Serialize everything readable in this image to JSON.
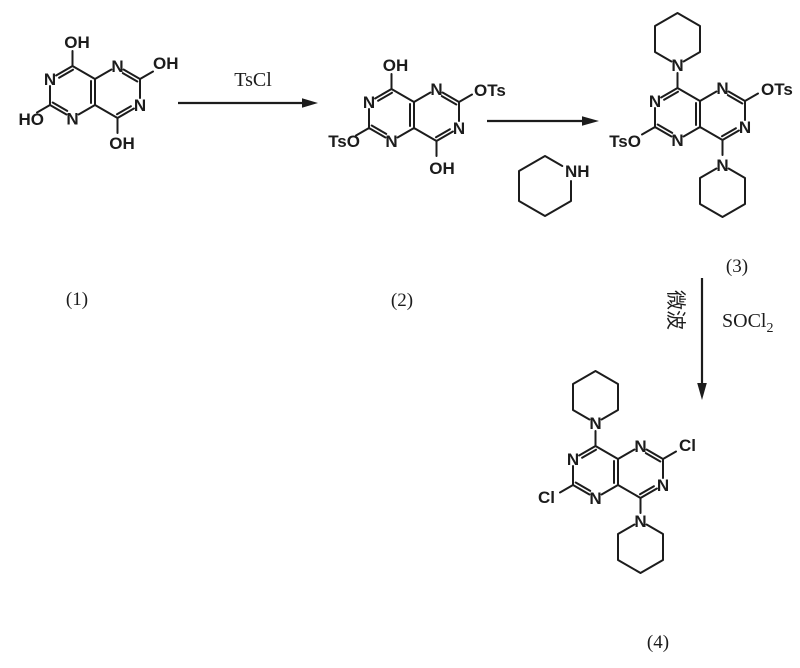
{
  "background_color": "#ffffff",
  "line_color": "#1c1c1c",
  "compounds": {
    "compound_1": {
      "number": "(1)",
      "substituent_top": "OH",
      "substituent_left": "HO",
      "substituent_right": "OH",
      "substituent_bottom": "OH",
      "n_upper_left": "N",
      "n_lower_left": "N",
      "n_upper_right": "N",
      "n_lower_right": "N"
    },
    "compound_2": {
      "number": "(2)",
      "substituent_top": "OH",
      "substituent_left": "TsO",
      "substituent_right": "OTs",
      "substituent_bottom": "OH",
      "n_upper_left": "N",
      "n_lower_left": "N",
      "n_upper_right": "N",
      "n_lower_right": "N"
    },
    "compound_3": {
      "number": "(3)",
      "substituent_left": "TsO",
      "substituent_right": "OTs",
      "piperidine_top_n": "N",
      "piperidine_bottom_n": "N",
      "n_upper_left": "N",
      "n_lower_left": "N",
      "n_upper_right": "N",
      "n_lower_right": "N"
    },
    "compound_4": {
      "number": "(4)",
      "substituent_left": "Cl",
      "substituent_right": "Cl",
      "piperidine_top_n": "N",
      "piperidine_bottom_n": "N",
      "n_upper_left": "N",
      "n_lower_left": "N",
      "n_upper_right": "N",
      "n_lower_right": "N"
    }
  },
  "steps": {
    "step_1": {
      "reagent": "TsCl"
    },
    "step_2": {
      "piperidine_nh": "NH"
    },
    "step_3": {
      "condition_chinese": "微波",
      "reagent_formula": "SOCl",
      "reagent_subscript": "2"
    }
  }
}
